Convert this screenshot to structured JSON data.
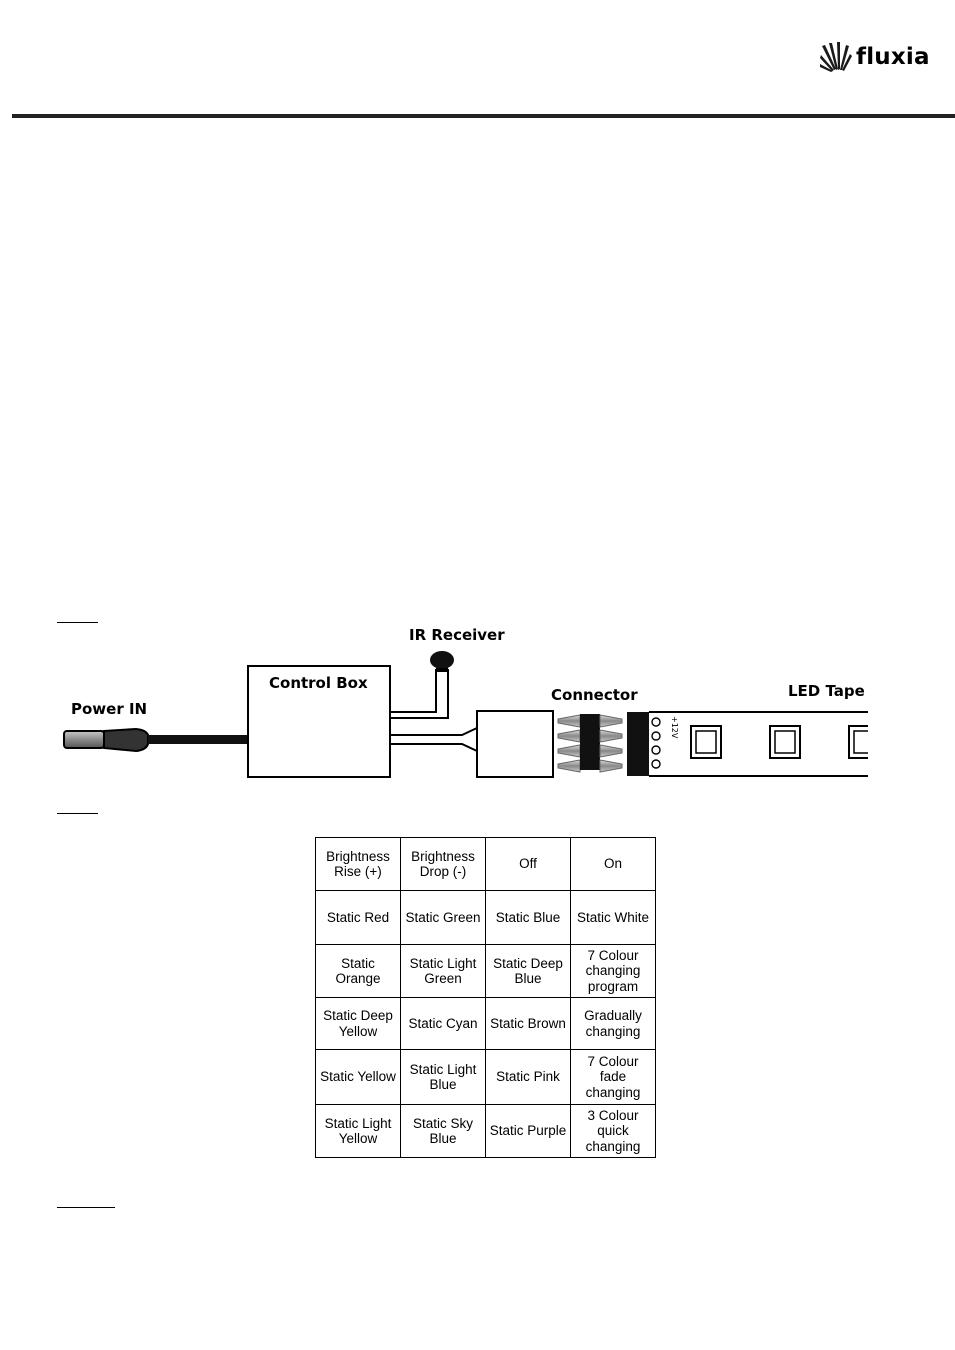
{
  "brand": {
    "name": "fluxia"
  },
  "diagram": {
    "labels": {
      "ir_receiver": "IR Receiver",
      "control_box": "Control Box",
      "power_in": "Power IN",
      "connector": "Connector",
      "led_tape": "LED Tape",
      "voltage": "+12V"
    }
  },
  "remote_table": {
    "rows": [
      [
        "Brightness Rise (+)",
        "Brightness Drop (-)",
        "Off",
        "On"
      ],
      [
        "Static Red",
        "Static Green",
        "Static Blue",
        "Static White"
      ],
      [
        "Static Orange",
        "Static Light Green",
        "Static Deep Blue",
        "7 Colour changing program"
      ],
      [
        "Static Deep Yellow",
        "Static Cyan",
        "Static Brown",
        "Gradually changing"
      ],
      [
        "Static Yellow",
        "Static Light Blue",
        "Static Pink",
        "7 Colour fade changing"
      ],
      [
        "Static Light Yellow",
        "Static Sky Blue",
        "Static Purple",
        "3 Colour quick changing"
      ]
    ]
  }
}
